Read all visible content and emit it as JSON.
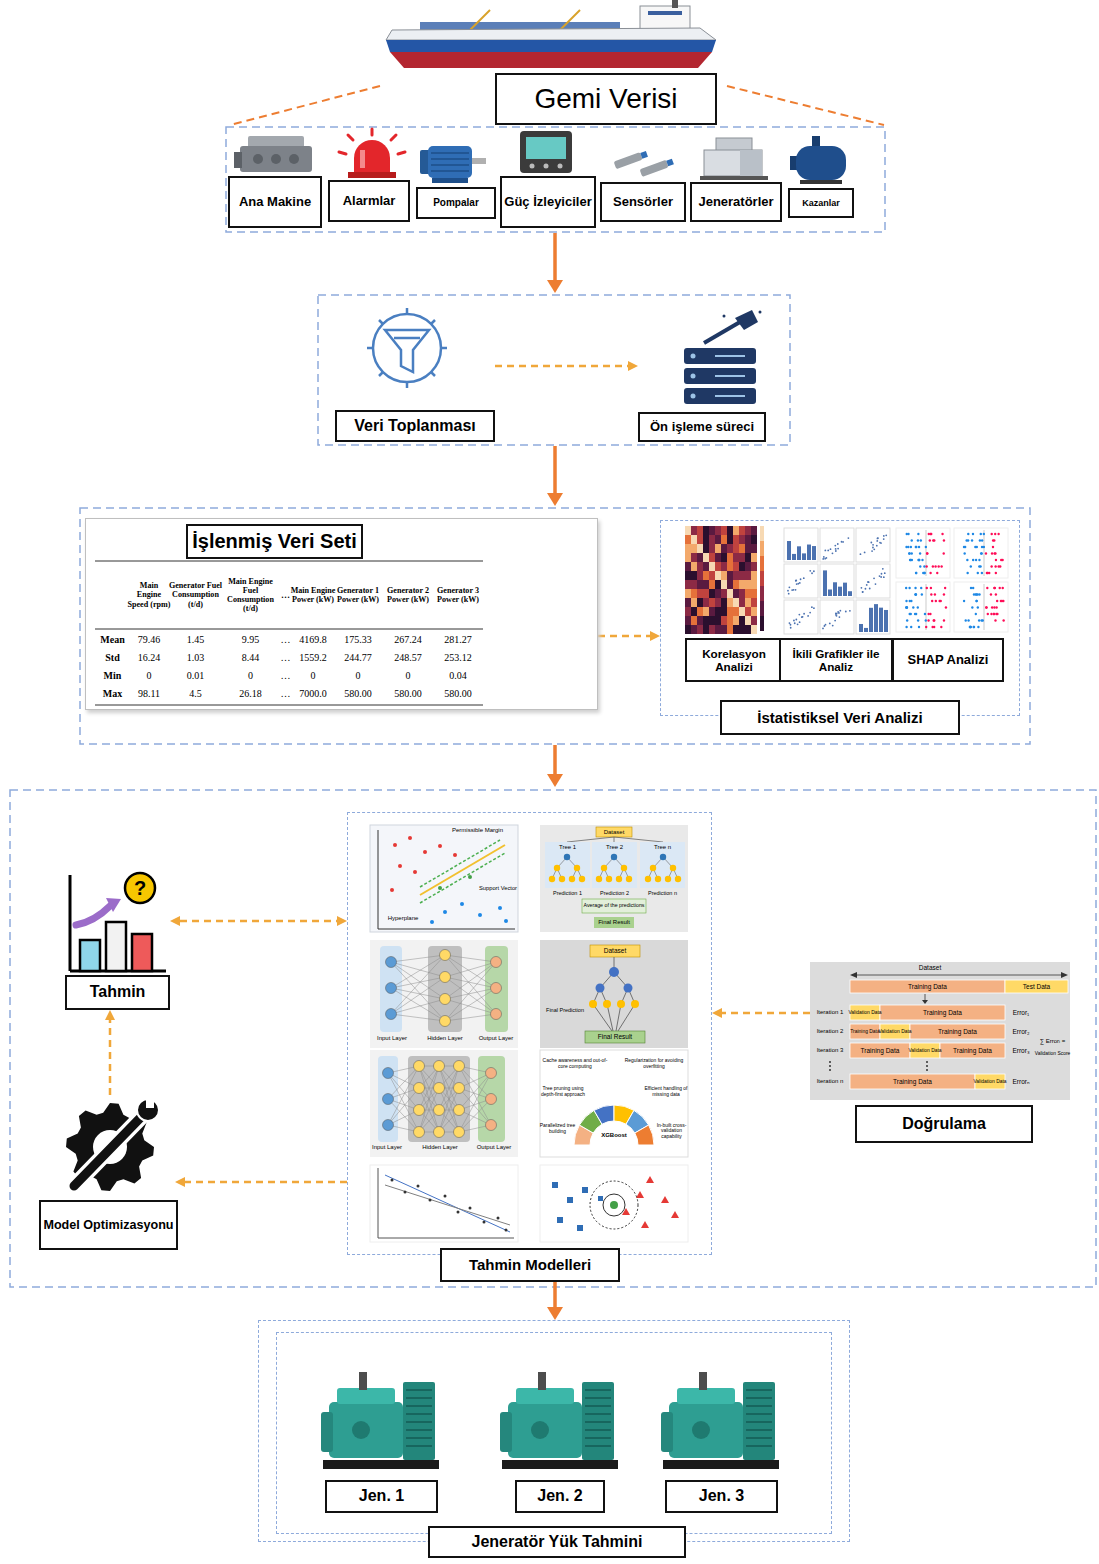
{
  "diagram": {
    "nodes": [
      {
        "text": [
          "Gemi Verisi"
        ]
      },
      {
        "text": [
          "Ana Makine"
        ]
      },
      {
        "text": [
          "Alarmlar"
        ]
      },
      {
        "text": [
          "Pompalar"
        ]
      },
      {
        "text": [
          "Güç İzleyiciler"
        ]
      },
      {
        "text": [
          "Sensörler"
        ]
      },
      {
        "text": [
          "Jeneratörler"
        ]
      },
      {
        "text": [
          "Kazanlar"
        ]
      },
      {
        "text": [
          "Veri Toplanması"
        ]
      },
      {
        "text": [
          "Ön işleme süreci"
        ]
      },
      {
        "text": [
          "İşlenmiş Veri Seti"
        ]
      },
      {
        "text": [
          "İstatistiksel Veri Analizi"
        ]
      },
      {
        "text": [
          "Korelasyon Analizi"
        ],
        "in": 11
      },
      {
        "text": [
          "İkili Grafikler ile Analiz"
        ],
        "in": 11
      },
      {
        "text": [
          "SHAP Analizi"
        ],
        "in": 11
      },
      {
        "text": [
          "Tahmin"
        ]
      },
      {
        "text": [
          "Model Optimizasyonu"
        ]
      },
      {
        "text": [
          "Tahmin Modelleri"
        ]
      },
      {
        "text": [
          "Doğrulama"
        ]
      },
      {
        "text": [
          "Jeneratör Yük Tahmini"
        ]
      },
      {
        "text": [
          "Jen. 1"
        ],
        "in": 19
      },
      {
        "text": [
          "Jen. 2"
        ],
        "in": 19
      },
      {
        "text": [
          "Jen. 3"
        ],
        "in": 19
      }
    ],
    "edges": [
      {
        "from": 8,
        "to": 9,
        "arrow": "to"
      },
      {
        "from": 10,
        "to": 11,
        "arrow": "to"
      },
      {
        "from": 15,
        "to": 17,
        "arrow": "both"
      },
      {
        "from": 17,
        "to": 16,
        "arrow": "to"
      },
      {
        "from": 16,
        "to": 15,
        "arrow": "to"
      },
      {
        "from": 18,
        "to": 17,
        "arrow": "to"
      },
      {
        "from": 17,
        "to": 19,
        "arrow": "to"
      }
    ],
    "labels": [
      "Main Engine Speed (rpm)",
      "Generator Fuel Consumption (t/d)",
      "Main Engine Fuel Consumption (t/d)",
      "…",
      "Main Engine Power (kW)",
      "Generator 1 Power (kW)",
      "Generator 2 Power (kW)",
      "Generator 3 Power (kW)",
      "Mean",
      "79.46",
      "1.45",
      "9.95",
      "…",
      "4169.8",
      "175.33",
      "267.24",
      "281.27",
      "Std",
      "16.24",
      "1.03",
      "8.44",
      "…",
      "1559.2",
      "244.77",
      "248.57",
      "253.12",
      "Min",
      "0",
      "0.01",
      "0",
      "…",
      "0",
      "0",
      "0",
      "0.04",
      "Max",
      "98.11",
      "4.5",
      "26.18",
      "…",
      "7000.0",
      "580.00",
      "580.00",
      "580.00",
      "Permissible Margin",
      "Support Vector",
      "Hyperplane",
      "Dataset",
      "Tree 1",
      "Tree 2",
      "Tree n",
      "Prediction 1",
      "Prediction 2",
      "Prediction n",
      "Average of the predictions",
      "Final Result",
      "Input Layer",
      "Hidden Layer",
      "Output Layer",
      "Dataset",
      "Final Prediction",
      "Final Result",
      "Input Layer",
      "Hidden Layer",
      "Output Layer",
      "Cache awareness and out-of-core computing",
      "Regularization for avoiding overfitting",
      "Tree pruning using depth-first approach",
      "Efficient handling of missing data",
      "Parallelized tree building",
      "In-built cross-validation capability",
      "XGBoost",
      "Dataset",
      "Training Data",
      "Test Data",
      "Iteration 1",
      "Validation Data",
      "Training Data",
      "Error₁",
      "Iteration 2",
      "Training Data",
      "Validation Data",
      "Training Data",
      "Error₂",
      "Iteration 3",
      "Training Data",
      "Validation Data",
      "Training Data",
      "Error₃",
      "Iteration n",
      "Training Data",
      "Validation Data",
      "Errorₙ",
      "∑ Errorᵢ =",
      "Validation Score",
      "?"
    ]
  }
}
